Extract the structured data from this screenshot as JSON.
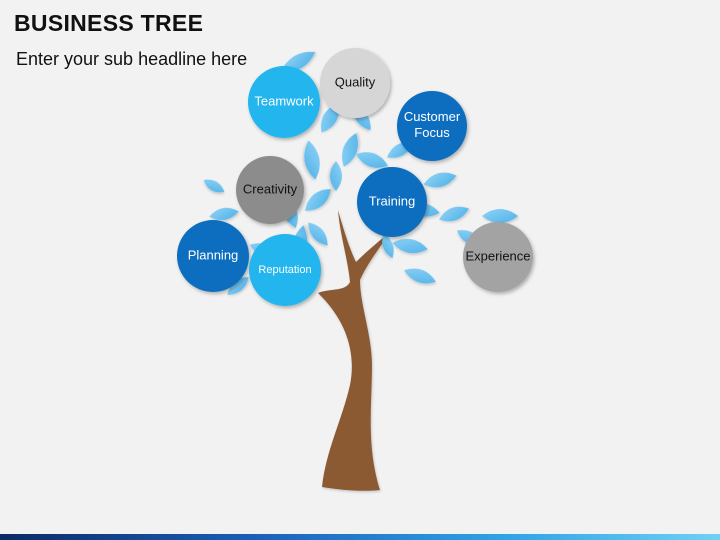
{
  "header": {
    "title": "BUSINESS TREE",
    "subtitle": "Enter your sub headline here"
  },
  "colors": {
    "background": "#f2f2f2",
    "leaf": "#6ec3ef",
    "leaf_dark": "#3aa3e0",
    "trunk": "#8b5a33",
    "cyan": "#21b5ee",
    "blue": "#0d6ebf",
    "dark_gray": "#8c8c8c",
    "light_gray": "#d4d4d4"
  },
  "nodes": [
    {
      "id": "quality",
      "label": "Quality",
      "color": "#d6d6d6",
      "text_color": "#111111"
    },
    {
      "id": "teamwork",
      "label": "Teamwork",
      "color": "#21b5ee",
      "text_color": "#ffffff"
    },
    {
      "id": "customer-focus",
      "label": "Customer Focus",
      "lines": [
        "Customer",
        "Focus"
      ],
      "color": "#0d6ebf",
      "text_color": "#ffffff"
    },
    {
      "id": "creativity",
      "label": "Creativity",
      "color": "#8c8c8c",
      "text_color": "#111111"
    },
    {
      "id": "training",
      "label": "Training",
      "color": "#0d6ebf",
      "text_color": "#ffffff"
    },
    {
      "id": "planning",
      "label": "Planning",
      "color": "#0d6ebf",
      "text_color": "#ffffff"
    },
    {
      "id": "reputation",
      "label": "Reputation",
      "color": "#21b5ee",
      "text_color": "#ffffff"
    },
    {
      "id": "experience",
      "label": "Experience",
      "color": "#a3a3a3",
      "text_color": "#111111"
    }
  ]
}
